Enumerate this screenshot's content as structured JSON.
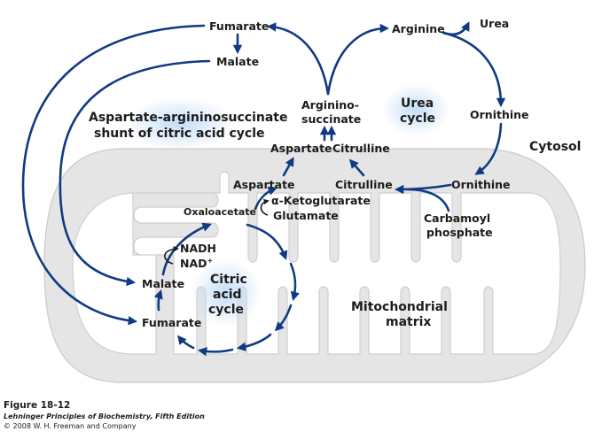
{
  "labels": {
    "fumarate_top": "Fumarate",
    "malate_top": "Malate",
    "arginine": "Arginine",
    "urea": "Urea",
    "ornithine_cyto": "Ornithine",
    "argininosuccinate_1": "Arginino-",
    "argininosuccinate_2": "succinate",
    "urea_cycle_1": "Urea",
    "urea_cycle_2": "cycle",
    "aspartate_cyto": "Aspartate",
    "citrulline_cyto": "Citrulline",
    "cytosol": "Cytosol",
    "shunt_1": "Aspartate-argininosuccinate",
    "shunt_2": "shunt of citric acid cycle",
    "aspartate_mito": "Aspartate",
    "citrulline_mito": "Citrulline",
    "ornithine_mito": "Ornithine",
    "oxaloacetate": "Oxaloacetate",
    "ketoglutarate": "α-Ketoglutarate",
    "glutamate": "Glutamate",
    "carbamoyl_1": "Carbamoyl",
    "carbamoyl_2": "phosphate",
    "nadh": "NADH",
    "nad": "NAD",
    "nad_sup": "+",
    "malate_mito": "Malate",
    "fumarate_mito": "Fumarate",
    "citric_1": "Citric",
    "citric_2": "acid",
    "citric_3": "cycle",
    "mito_1": "Mitochondrial",
    "mito_2": "matrix"
  },
  "caption": {
    "figure": "Figure 18-12",
    "book": "Lehninger Principles of Biochemistry, Fifth Edition",
    "copyright": "© 2008 W. H. Freeman and Company"
  },
  "colors": {
    "arrow": "#103b82",
    "membrane": "#e5e5e5",
    "glow": "#c4ddf7"
  }
}
